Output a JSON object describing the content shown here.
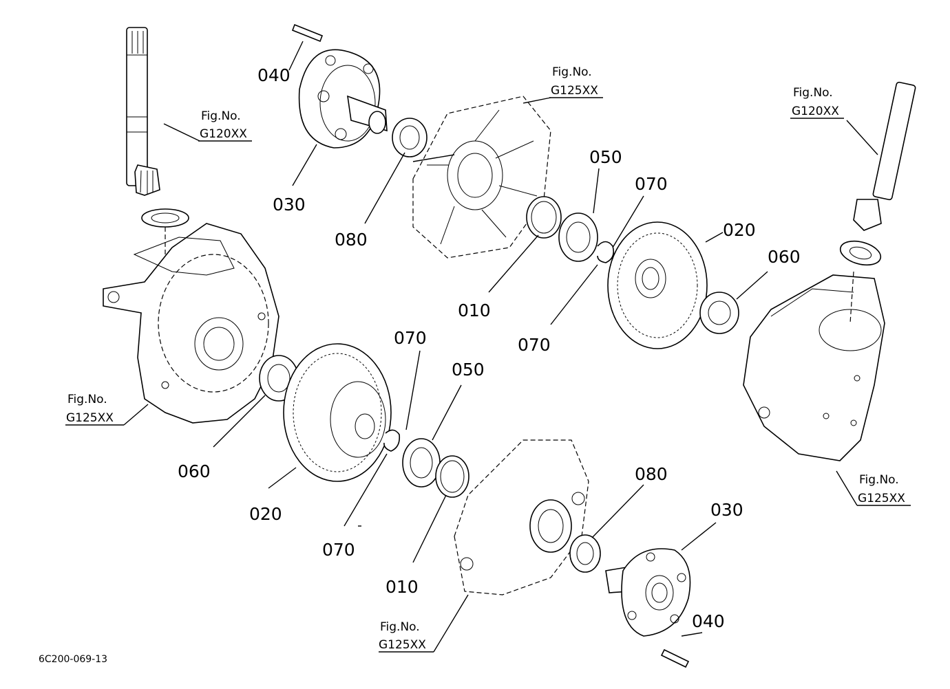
{
  "diagram": {
    "code": "6C200-069-13",
    "parts": {
      "p040_top": "040",
      "p030_top": "030",
      "p080_top": "080",
      "p010_top": "010",
      "p050_top": "050",
      "p070_top_a": "070",
      "p070_top_b": "070",
      "p020_top": "020",
      "p060_right": "060",
      "p060_left": "060",
      "p020_bottom": "020",
      "p070_bot_a": "070",
      "p070_bot_b": "070",
      "p050_bottom": "050",
      "p010_bottom": "010",
      "p080_bottom": "080",
      "p030_bottom": "030",
      "p040_bottom": "040"
    },
    "figrefs": {
      "f1": {
        "title": "Fig.No.",
        "code": "G120XX"
      },
      "f2": {
        "title": "Fig.No.",
        "code": "G125XX"
      },
      "f3": {
        "title": "Fig.No.",
        "code": "G120XX"
      },
      "f4": {
        "title": "Fig.No.",
        "code": "G125XX"
      },
      "f5": {
        "title": "Fig.No.",
        "code": "G125XX"
      },
      "f6": {
        "title": "Fig.No.",
        "code": "G125XX"
      }
    }
  }
}
